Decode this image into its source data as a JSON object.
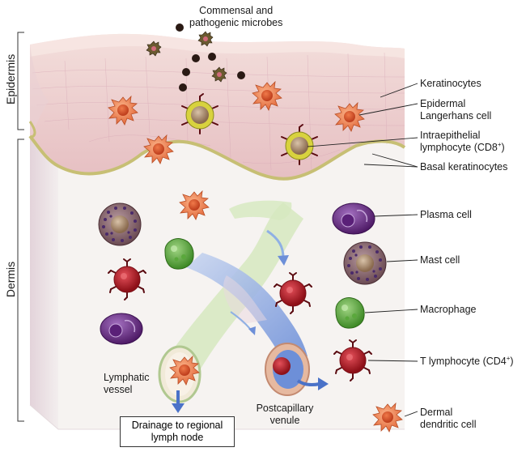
{
  "labels": {
    "microbes_line1": "Commensal and",
    "microbes_line2": "pathogenic microbes",
    "epidermis": "Epidermis",
    "dermis": "Dermis",
    "keratinocytes": "Keratinocytes",
    "langerhans_line1": "Epidermal",
    "langerhans_line2": "Langerhans cell",
    "iel_line1": "Intraepithelial",
    "iel_line2_pre": "lymphocyte (CD8",
    "iel_line2_sup": "+",
    "iel_line2_post": ")",
    "basal": "Basal keratinocytes",
    "plasma": "Plasma cell",
    "mast": "Mast cell",
    "macrophage": "Macrophage",
    "tcell_pre": "T lymphocyte (CD4",
    "tcell_sup": "+",
    "tcell_post": ")",
    "dermal_dc_line1": "Dermal",
    "dermal_dc_line2": "dendritic cell",
    "lymphatic_line1": "Lymphatic",
    "lymphatic_line2": "vessel",
    "venule_line1": "Postcapillary",
    "venule_line2": "venule",
    "drainage_line1": "Drainage to regional",
    "drainage_line2": "lymph node"
  },
  "colors": {
    "skin_top": "#f1d8d4",
    "skin_mid": "#e8c3c4",
    "basal_band": "#c9c27a",
    "dermis": "#f6f3f1",
    "dermis_side": "#e9dfe3",
    "dendritic_body": "#f08a5a",
    "lymphocyte_ring": "#d6d640",
    "tcell": "#b51e2a",
    "macrophage": "#4a9a30",
    "plasma": "#6a2a82",
    "mast": "#8a6a72",
    "venule": "#6a8ad6",
    "lymphatic": "#cfe5b4"
  }
}
